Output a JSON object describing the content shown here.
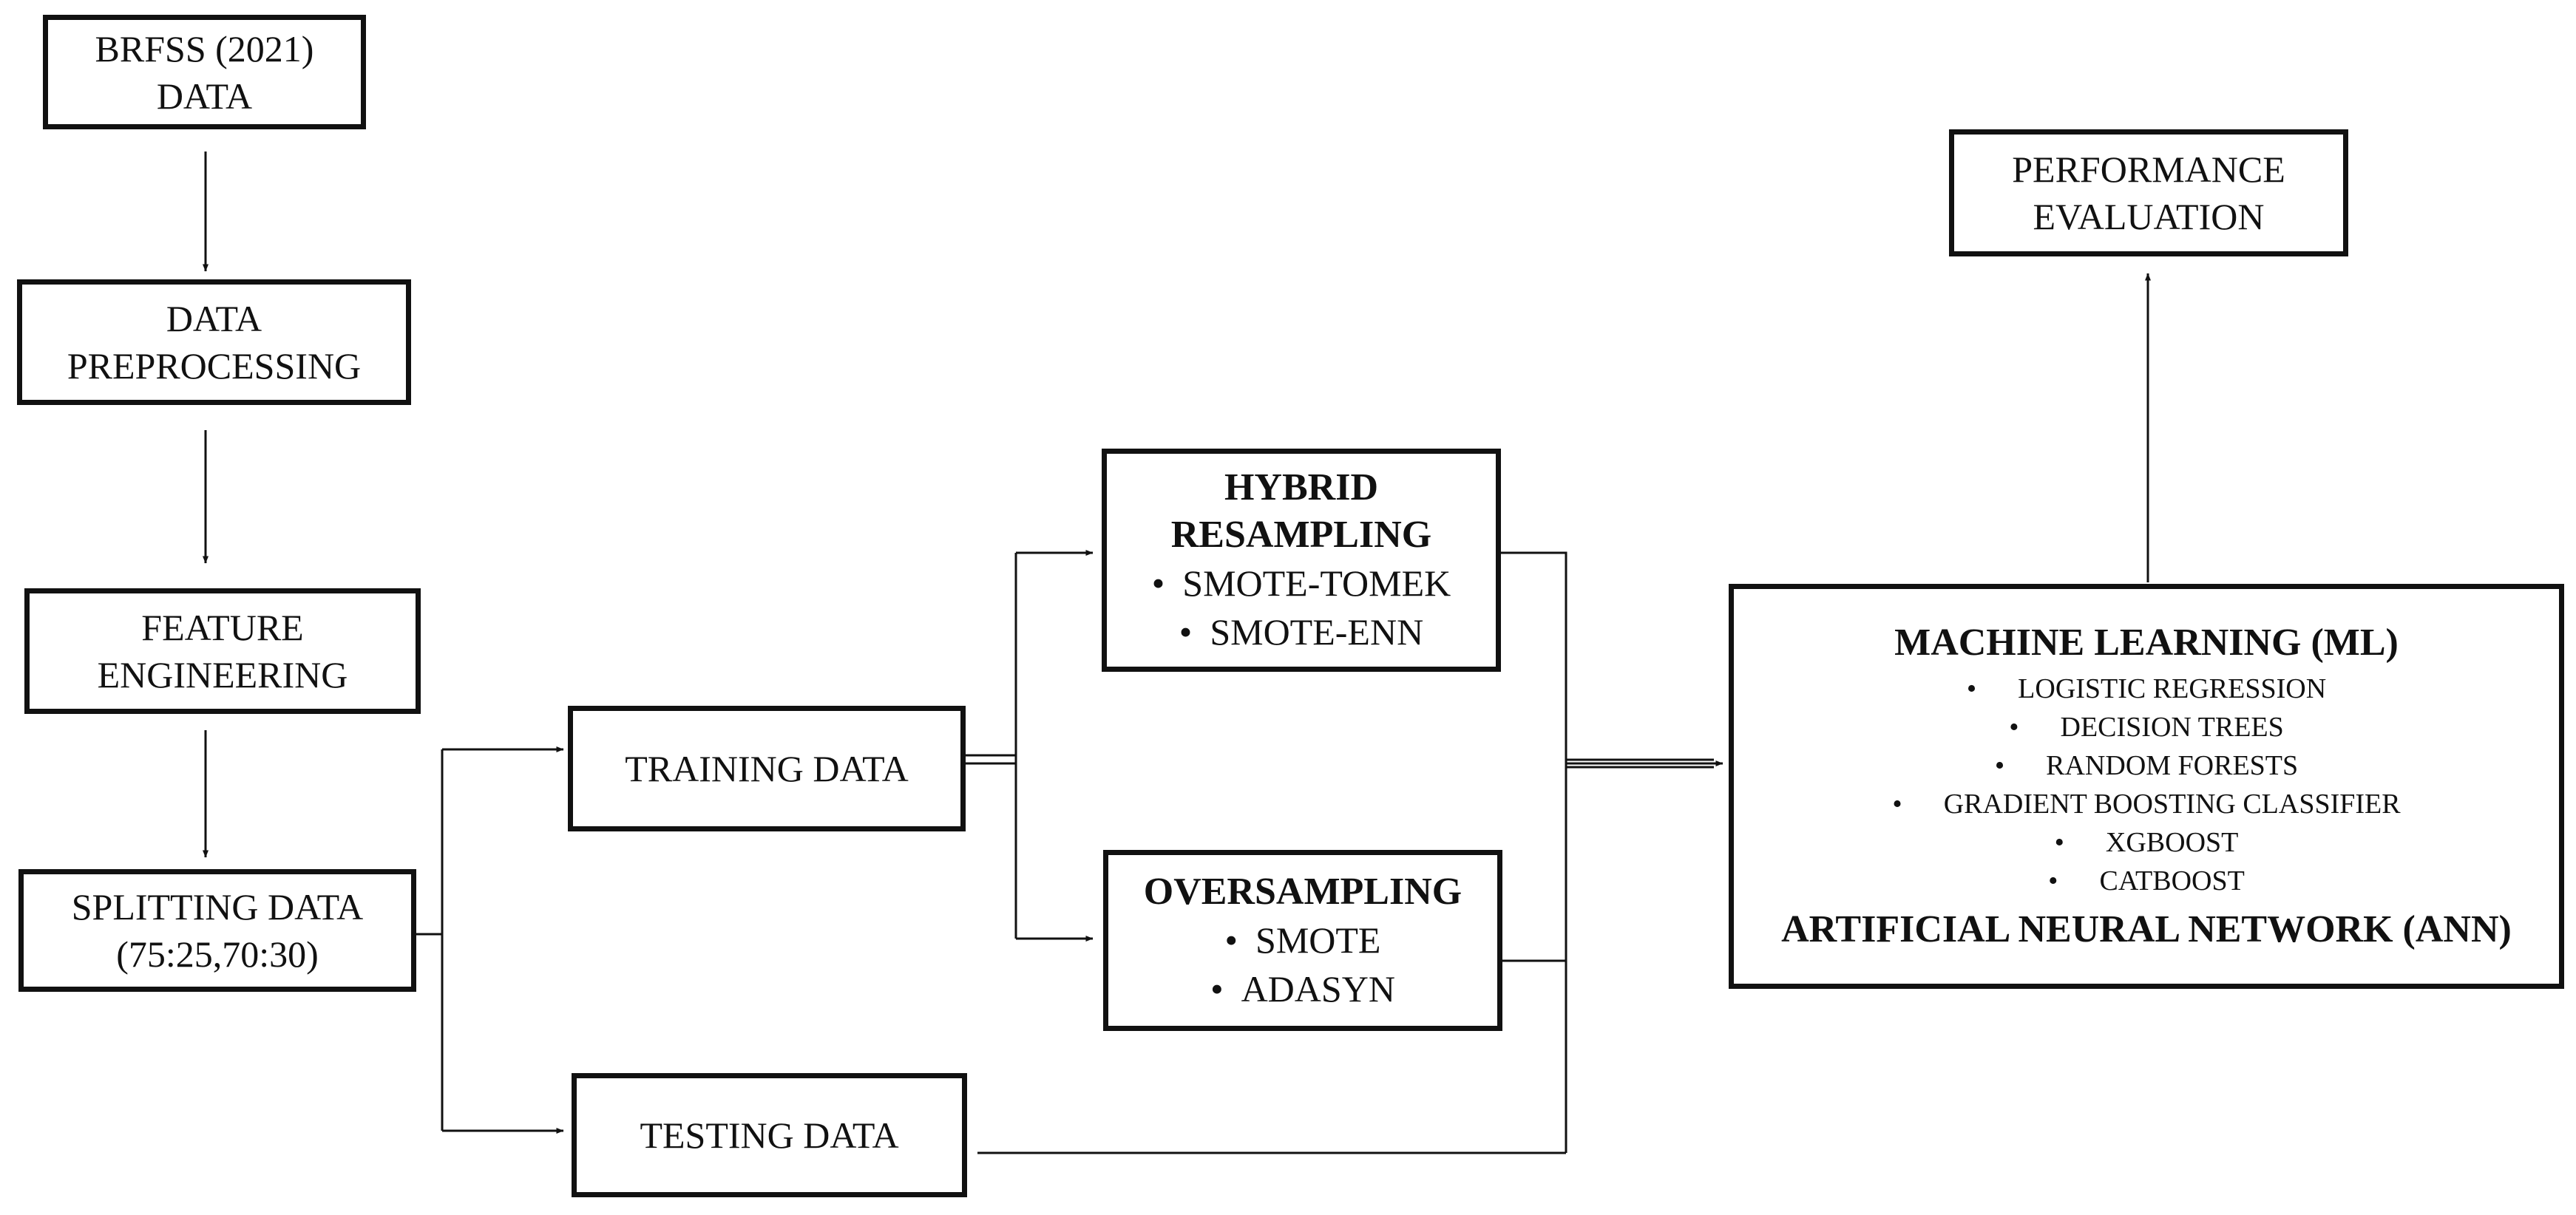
{
  "boxes": {
    "brfss": {
      "lines": [
        "BRFSS (2021)",
        "DATA"
      ]
    },
    "preprocessing": {
      "lines": [
        "DATA",
        "PREPROCESSING"
      ]
    },
    "feature": {
      "lines": [
        "FEATURE",
        "ENGINEERING"
      ]
    },
    "splitting": {
      "lines": [
        "SPLITTING DATA",
        "(75:25,70:30)"
      ]
    },
    "training": {
      "label": "TRAINING DATA"
    },
    "testing": {
      "label": "TESTING DATA"
    },
    "hybrid": {
      "title": [
        "HYBRID",
        "RESAMPLING"
      ],
      "items": [
        "SMOTE-TOMEK",
        "SMOTE-ENN"
      ]
    },
    "oversampling": {
      "title": "OVERSAMPLING",
      "items": [
        "SMOTE",
        "ADASYN"
      ]
    },
    "ml": {
      "title": "MACHINE LEARNING (ML)",
      "items": [
        "LOGISTIC REGRESSION",
        "DECISION TREES",
        "RANDOM FORESTS",
        "GRADIENT BOOSTING CLASSIFIER",
        "XGBOOST",
        "CATBOOST"
      ],
      "footer": "ARTIFICIAL NEURAL NETWORK (ANN)"
    },
    "performance": {
      "lines": [
        "PERFORMANCE",
        "EVALUATION"
      ]
    }
  },
  "bullet": "•"
}
